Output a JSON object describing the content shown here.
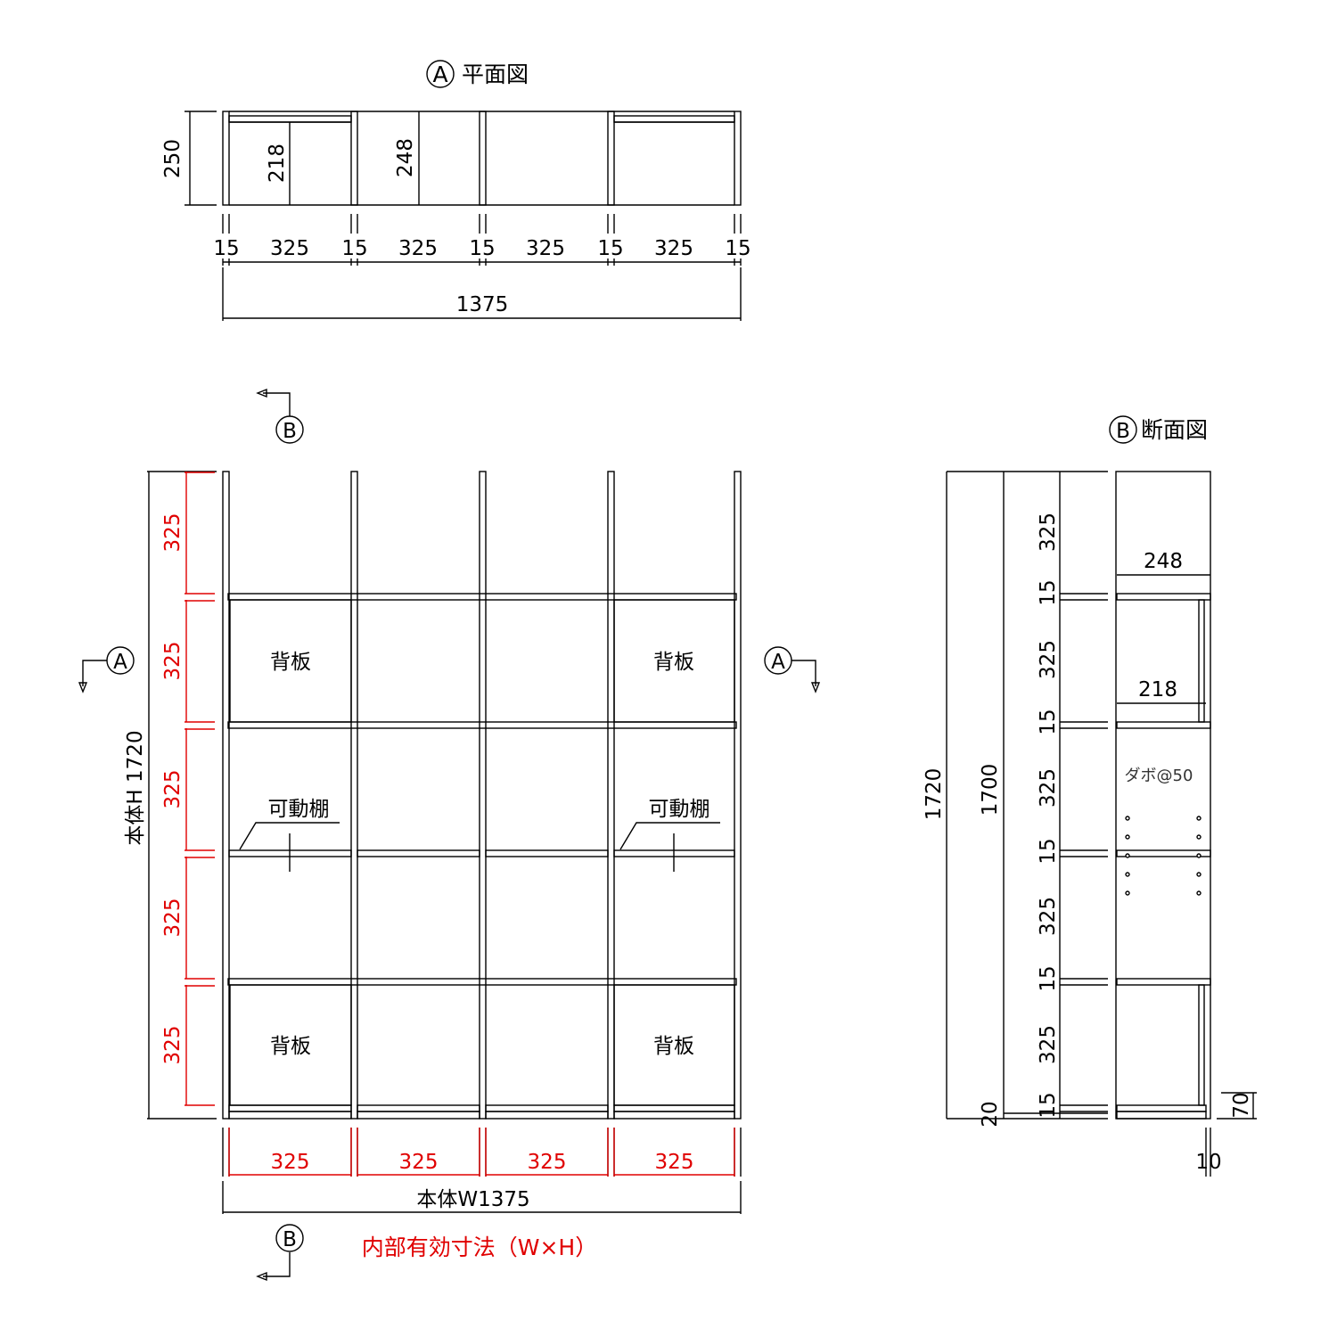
{
  "plan": {
    "marker": "A",
    "title": "平面図",
    "depth": "250",
    "inner_depth_backed": "218",
    "inner_depth_open": "248",
    "widths": [
      "15",
      "325",
      "15",
      "325",
      "15",
      "325",
      "15",
      "325",
      "15"
    ],
    "total_width": "1375"
  },
  "elevation": {
    "section_marker_top": "B",
    "section_marker_bottom": "B",
    "plan_marker_left": "A",
    "plan_marker_right": "A",
    "height_label": "本体H 1720",
    "inner_heights": [
      "325",
      "325",
      "325",
      "325",
      "325"
    ],
    "inner_widths": [
      "325",
      "325",
      "325",
      "325"
    ],
    "width_label": "本体W1375",
    "backboard_labels": [
      "背板",
      "背板",
      "背板",
      "背板"
    ],
    "movable_shelf_labels": [
      "可動棚",
      "可動棚"
    ],
    "note": "内部有効寸法（W×H）",
    "colors": {
      "dimension_red": "#e00000",
      "line": "#000000"
    }
  },
  "section": {
    "marker": "B",
    "title": "断面図",
    "total_height": "1720",
    "body_height": "1700",
    "plinth_gap": "20",
    "stack": [
      "325",
      "15",
      "325",
      "15",
      "325",
      "15",
      "325",
      "15",
      "325",
      "15"
    ],
    "depth_open": "248",
    "depth_backed": "218",
    "dowel_note": "ダボ@50",
    "plinth_height": "70",
    "setback": "10"
  }
}
